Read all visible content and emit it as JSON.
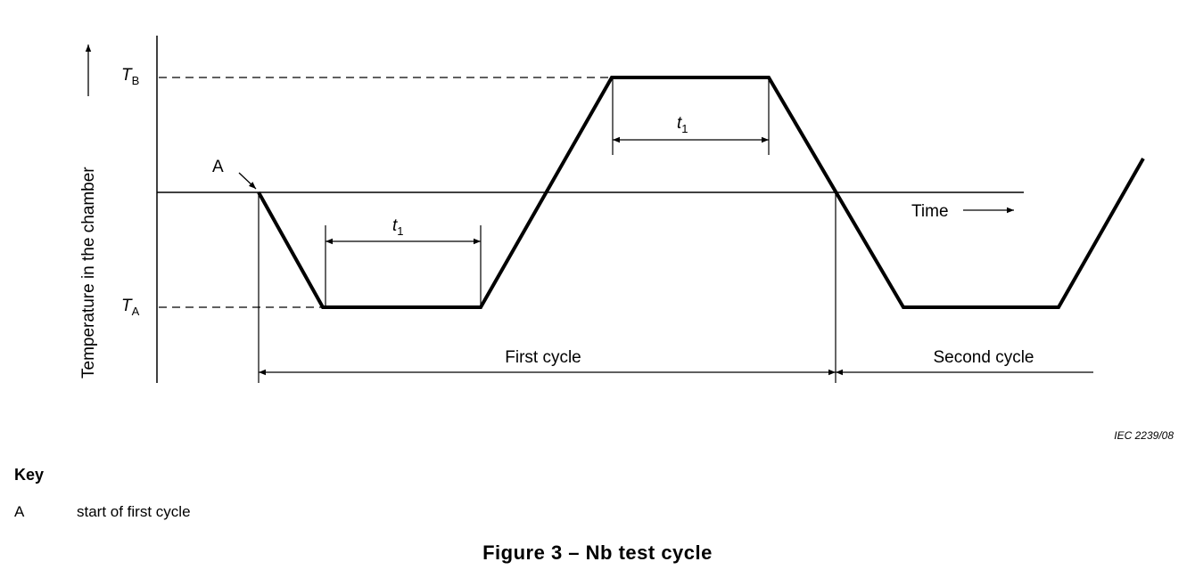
{
  "diagram": {
    "y_axis_label": "Temperature in the chamber",
    "x_axis_label": "Time",
    "level_high": {
      "letter": "T",
      "sub": "B"
    },
    "level_low": {
      "letter": "T",
      "sub": "A"
    },
    "dwell_label": {
      "letter": "t",
      "sub": "1"
    },
    "point_label": "A",
    "first_cycle_label": "First cycle",
    "second_cycle_label": "Second cycle",
    "reference": "IEC  2239/08"
  },
  "key": {
    "title": "Key",
    "items": [
      {
        "letter": "A",
        "description": "start of first cycle"
      }
    ]
  },
  "caption": "Figure 3 – Nb test cycle"
}
